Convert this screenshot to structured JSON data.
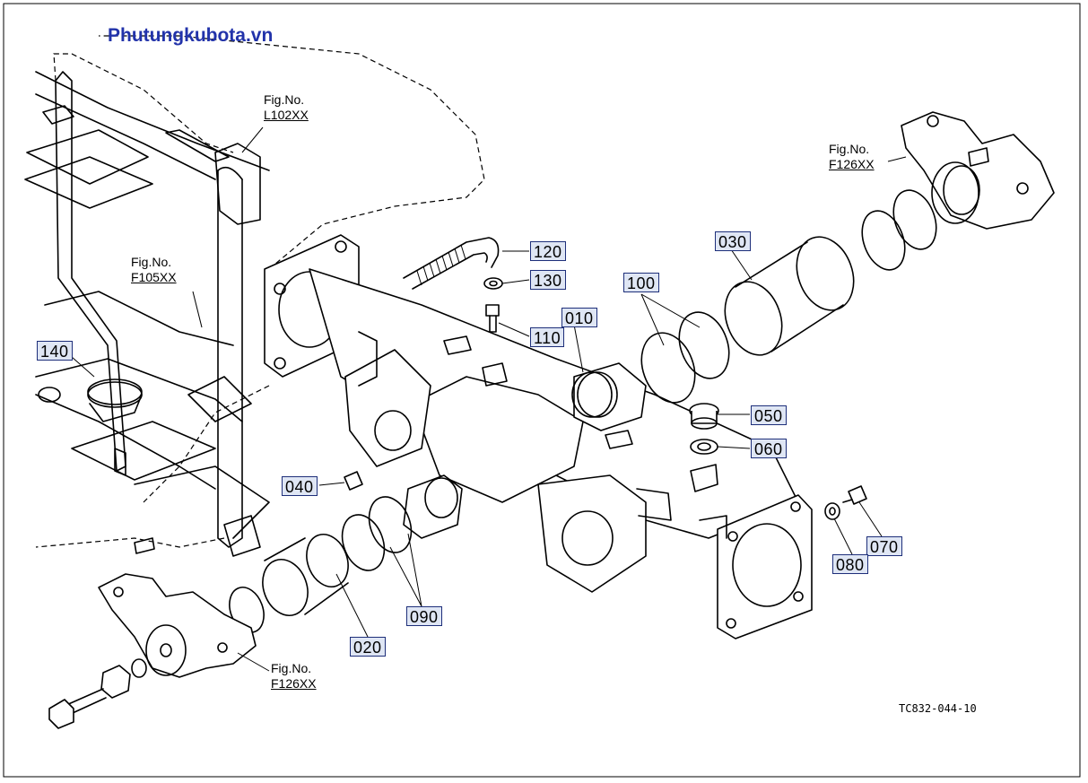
{
  "site": {
    "title": "Phutungkubota.vn"
  },
  "drawing_code": "TC832-044-10",
  "figure_refs": [
    {
      "id": "l102",
      "label": "Fig.No.",
      "number": "L102XX"
    },
    {
      "id": "f105",
      "label": "Fig.No.",
      "number": "F105XX"
    },
    {
      "id": "f126-top",
      "label": "Fig.No.",
      "number": "F126XX"
    },
    {
      "id": "f126-bottom",
      "label": "Fig.No.",
      "number": "F126XX"
    }
  ],
  "callouts": [
    {
      "id": "120",
      "text": "120"
    },
    {
      "id": "130",
      "text": "130"
    },
    {
      "id": "110",
      "text": "110"
    },
    {
      "id": "010",
      "text": "010"
    },
    {
      "id": "100",
      "text": "100"
    },
    {
      "id": "030",
      "text": "030"
    },
    {
      "id": "050",
      "text": "050"
    },
    {
      "id": "060",
      "text": "060"
    },
    {
      "id": "040",
      "text": "040"
    },
    {
      "id": "070",
      "text": "070"
    },
    {
      "id": "080",
      "text": "080"
    },
    {
      "id": "090",
      "text": "090"
    },
    {
      "id": "020",
      "text": "020"
    },
    {
      "id": "140",
      "text": "140"
    }
  ]
}
